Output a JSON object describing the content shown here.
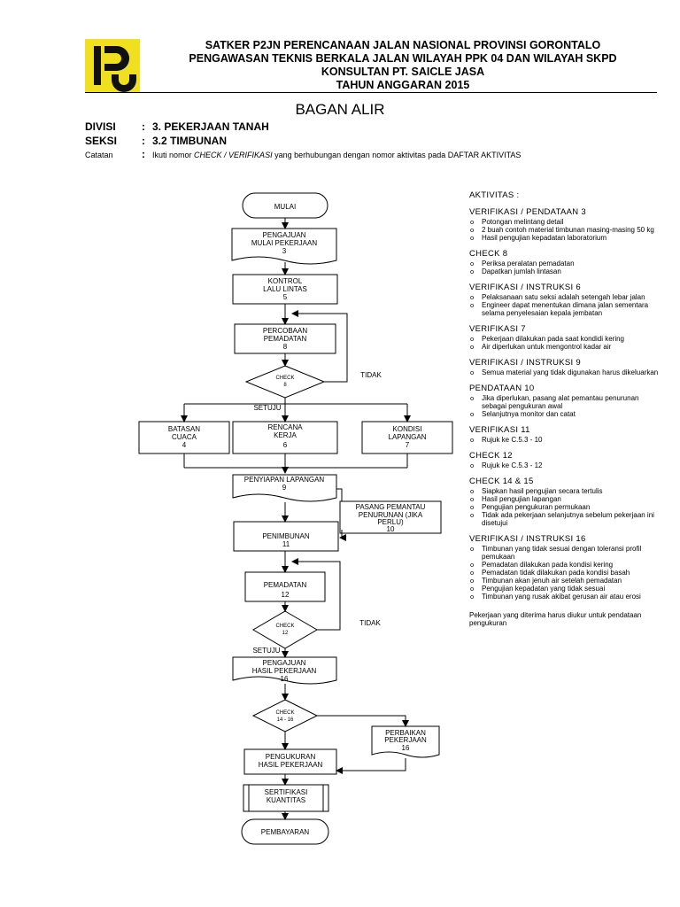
{
  "header": {
    "line1": "SATKER P2JN PERENCANAAN JALAN NASIONAL PROVINSI GORONTALO",
    "line2": "PENGAWASAN TEKNIS BERKALA JALAN WILAYAH PPK 04 DAN WILAYAH SKPD",
    "line3": "KONSULTAN  PT. SAICLE JASA",
    "line4": "TAHUN ANGGARAN  2015"
  },
  "title": "BAGAN ALIR",
  "meta": {
    "divisi_label": "DIVISI",
    "divisi_value": "3.  PEKERJAAN TANAH",
    "seksi_label": "SEKSI",
    "seksi_value": "3.2  TIMBUNAN",
    "catatan_label": "Catatan",
    "colon": ":",
    "catatan_pre": "Ikuti nomor",
    "catatan_em": "CHECK / VERIFIKASI",
    "catatan_post": "yang berhubungan dengan nomor aktivitas pada DAFTAR AKTIVITAS"
  },
  "flow": {
    "mulai": "MULAI",
    "n3a": "PENGAJUAN",
    "n3b": "MULAI PEKERJAAN",
    "n3c": "3",
    "n5a": "KONTROL",
    "n5b": "LALU LINTAS",
    "n5c": "5",
    "n8a": "PERCOBAAN",
    "n8b": "PEMADATAN",
    "n8c": "8",
    "c8a": "CHECK",
    "c8b": "8",
    "tidak1": "TIDAK",
    "setuju1": "SETUJU",
    "n4a": "BATASAN",
    "n4b": "CUACA",
    "n4c": "4",
    "n6a": "RENCANA",
    "n6b": "KERJA",
    "n6c": "6",
    "n7a": "KONDISI",
    "n7b": "LAPANGAN",
    "n7c": "7",
    "n9a": "PENYIAPAN LAPANGAN",
    "n9b": "9",
    "n10a": "PASANG PEMANTAU",
    "n10b": "PENURUNAN (JIKA",
    "n10c": "PERLU)",
    "n10d": "10",
    "n11a": "PENIMBUNAN",
    "n11b": "11",
    "n12a": "PEMADATAN",
    "n12b": "12",
    "c12a": "CHECK",
    "c12b": "12",
    "tidak2": "TIDAK",
    "setuju2": "SETUJU",
    "n16a": "PENGAJUAN",
    "n16b": "HASIL PEKERJAAN",
    "n16c": "16",
    "c14a": "CHECK",
    "c14b": "14 - 16",
    "perba": "PERBAIKAN",
    "perbb": "PEKERJAAN",
    "perbc": "16",
    "pengua": "PENGUKURAN",
    "pengub": "HASIL PEKERJAAN",
    "serta": "SERTIFIKASI",
    "sertb": "KUANTITAS",
    "pembayaran": "PEMBAYARAN"
  },
  "activities": {
    "heading": "AKTIVITAS  :",
    "groups": [
      {
        "title": "VERIFIKASI / PENDATAAN  3",
        "items": [
          "Potongan melintang detail",
          "2 buah contoh material timbunan masing-masing 50 kg",
          "Hasil pengujian kepadatan laboratorium"
        ]
      },
      {
        "title": "CHECK  8",
        "items": [
          "Periksa peralatan pemadatan",
          "Dapatkan jumlah lintasan"
        ]
      },
      {
        "title": "VERIFIKASI / INSTRUKSI  6",
        "items": [
          "Pelaksanaan satu seksi adalah setengah lebar jalan",
          "Engineer dapat menentukan dimana jalan sementara selama penyelesaian kepala jembatan"
        ]
      },
      {
        "title": "VERIFIKASI  7",
        "items": [
          "Pekerjaan dilakukan pada saat kondidi kering",
          "Air diperlukan untuk mengontrol kadar air"
        ]
      },
      {
        "title": "VERIFIKASI / INSTRUKSI 9",
        "items": [
          "Semua material yang tidak digunakan harus dikeluarkan"
        ]
      },
      {
        "title": "PENDATAAN  10",
        "items": [
          "Jika diperlukan, pasang alat pemantau penurunan sebagai pengukuran awal",
          "Selanjutnya monitor dan catat"
        ]
      },
      {
        "title": "VERIFIKASI  11",
        "items": [
          "Rujuk ke C.5.3 - 10"
        ]
      },
      {
        "title": "CHECK  12",
        "items": [
          "Rujuk ke C.5.3 - 12"
        ]
      },
      {
        "title": "CHECK  14 & 15",
        "items": [
          "Siapkan hasil pengujian secara tertulis",
          "Hasil pengujian lapangan",
          "Pengujian pengukuran permukaan",
          "Tidak ada pekerjaan selanjutnya sebelum pekerjaan ini disetujui"
        ]
      },
      {
        "title": "VERIFIKASI / INSTRUKSI  16",
        "items": [
          "Timbunan yang tidak sesuai dengan toleransi profil pemukaan",
          "Pemadatan dilakukan pada kondisi kering",
          "Pemadatan tidak dilakukan pada kondisi basah",
          "Timbunan akan jenuh air setelah pemadatan",
          "Pengujian kepadatan yang tidak sesuai",
          "Timbunan yang rusak akibat gerusan air atau erosi"
        ]
      }
    ],
    "footer": "Pekerjaan yang diterima harus diukur untuk pendataan pengukuran"
  }
}
